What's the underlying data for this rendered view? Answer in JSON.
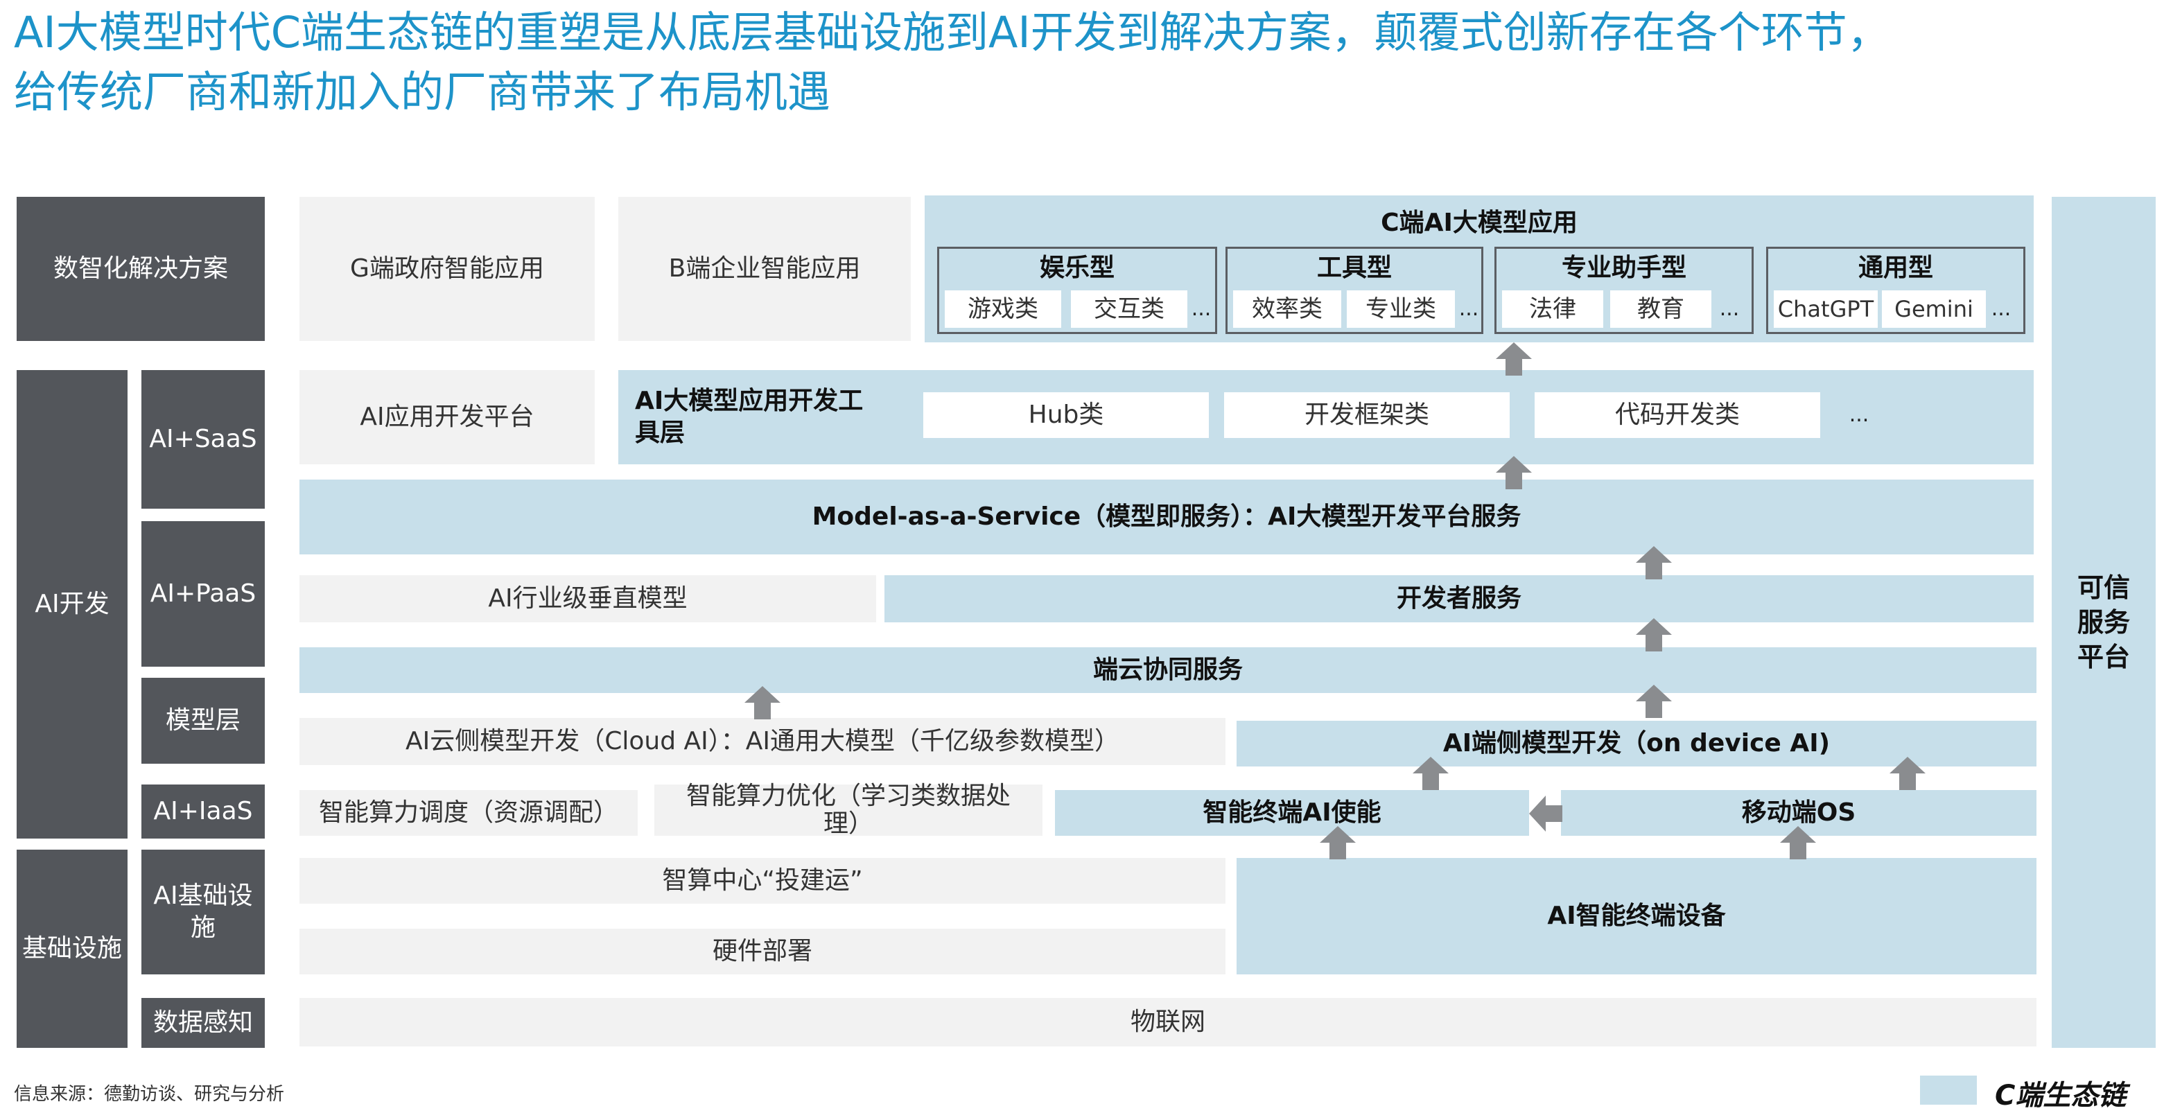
{
  "title": {
    "line1": "AI大模型时代C端生态链的重塑是从底层基础设施到AI开发到解决方案，颠覆式创新存在各个环节，",
    "line2": "给传统厂商和新加入的厂商带来了布局机遇"
  },
  "left": {
    "solutions": "数智化解决方案",
    "ai_dev": "AI开发",
    "infra": "基础设施",
    "saas": "AI+SaaS",
    "paas": "AI+PaaS",
    "model_layer": "模型层",
    "iaas": "AI+IaaS",
    "ai_infra": "AI基础设施",
    "data_sensing": "数据感知"
  },
  "solutions": {
    "g_end": "G端政府智能应用",
    "b_end": "B端企业智能应用",
    "c_end_title": "C端AI大模型应用",
    "categories": [
      {
        "name": "娱乐型",
        "items": [
          "游戏类",
          "交互类"
        ],
        "more": "..."
      },
      {
        "name": "工具型",
        "items": [
          "效率类",
          "专业类"
        ],
        "more": "..."
      },
      {
        "name": "专业助手型",
        "items": [
          "法律",
          "教育"
        ],
        "more": "..."
      },
      {
        "name": "通用型",
        "items": [
          "ChatGPT",
          "Gemini"
        ],
        "more": "..."
      }
    ]
  },
  "saas_row": {
    "platform": "AI应用开发平台",
    "toolkit_title": "AI大模型应用开发工具层",
    "tools": [
      "Hub类",
      "开发框架类",
      "代码开发类"
    ],
    "more": "..."
  },
  "maas": "Model-as-a-Service（模型即服务）：AI大模型开发平台服务",
  "paas_row": {
    "vertical": "AI行业级垂直模型",
    "developer": "开发者服务"
  },
  "edge_cloud": "端云协同服务",
  "model_row": {
    "cloud": "AI云侧模型开发（Cloud AI）：AI通用大模型（千亿级参数模型）",
    "device": "AI端侧模型开发（on device AI)"
  },
  "iaas_row": {
    "scheduling": "智能算力调度（资源调配）",
    "optimization": "智能算力优化（学习类数据处理）",
    "enablement": "智能终端AI使能",
    "mobile_os": "移动端OS"
  },
  "infra_rows": {
    "center": "智算中心“投建运”",
    "hardware": "硬件部署",
    "devices": "AI智能终端设备",
    "iot": "物联网"
  },
  "trust_platform": "可信服务平台",
  "footer": {
    "source": "信息来源：德勤访谈、研究与分析",
    "legend": "C端生态链"
  },
  "colors": {
    "title": "#1d93c9",
    "dark": "#53565b",
    "light": "#f2f2f2",
    "ecosystem_blue": "#c7dfea",
    "arrow": "#8a8c8f"
  }
}
